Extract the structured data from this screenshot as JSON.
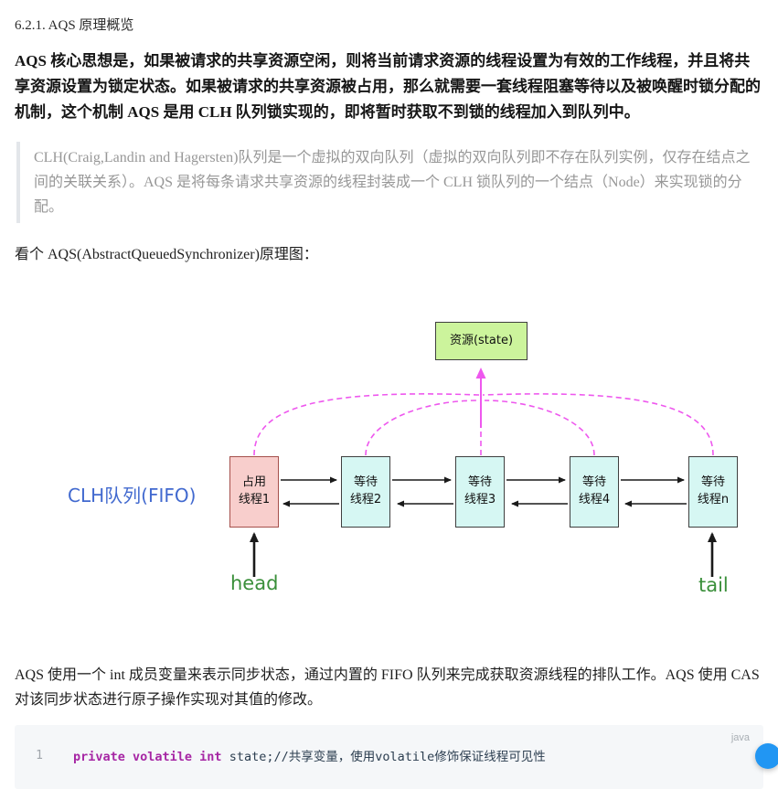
{
  "page": {
    "heading": "6.2.1. AQS 原理概览",
    "intro_bold": "AQS 核心思想是，如果被请求的共享资源空闲，则将当前请求资源的线程设置为有效的工作线程，并且将共享资源设置为锁定状态。如果被请求的共享资源被占用，那么就需要一套线程阻塞等待以及被唤醒时锁分配的机制，这个机制 AQS 是用 CLH 队列锁实现的，即将暂时获取不到锁的线程加入到队列中。",
    "blockquote": "CLH(Craig,Landin and Hagersten)队列是一个虚拟的双向队列（虚拟的双向队列即不存在队列实例，仅存在结点之间的关联关系）。AQS 是将每条请求共享资源的线程封装成一个 CLH 锁队列的一个结点（Node）来实现锁的分配。",
    "diagram_intro": "看个 AQS(AbstractQueuedSynchronizer)原理图：",
    "after_diagram": "AQS 使用一个 int 成员变量来表示同步状态，通过内置的 FIFO 队列来完成获取资源线程的排队工作。AQS 使用 CAS 对该同步状态进行原子操作实现对其值的修改。"
  },
  "diagram": {
    "resource_label": "资源(state)",
    "queue_label": "CLH队列(FIFO)",
    "head_label": "head",
    "tail_label": "tail",
    "nodes": [
      {
        "line1": "占用",
        "line2": "线程1",
        "type": "occupied"
      },
      {
        "line1": "等待",
        "line2": "线程2",
        "type": "waiting"
      },
      {
        "line1": "等待",
        "line2": "线程3",
        "type": "waiting"
      },
      {
        "line1": "等待",
        "line2": "线程4",
        "type": "waiting"
      },
      {
        "line1": "等待",
        "line2": "线程n",
        "type": "waiting"
      }
    ]
  },
  "code_block": {
    "language": "java",
    "line_number": "1",
    "tokens": {
      "keywords": "private volatile int",
      "rest": " state;",
      "comment": "//共享变量，使用volatile修饰保证线程可见性"
    }
  },
  "theme": {
    "quote_border": "#e3e6ea",
    "quote_text": "#979797",
    "resource_fill": "#ccf49c",
    "occupied_fill": "#f8cecc",
    "occupied_border": "#a5504b",
    "waiting_fill": "#d6f7f3",
    "queue_label_blue": "#4169cf",
    "head_tail_green": "#3a8f3a",
    "arrow_magenta": "#ee58ee",
    "code_bg": "#f5f7f9",
    "code_keyword": "#a626a4",
    "fab_blue": "#2196f3"
  }
}
